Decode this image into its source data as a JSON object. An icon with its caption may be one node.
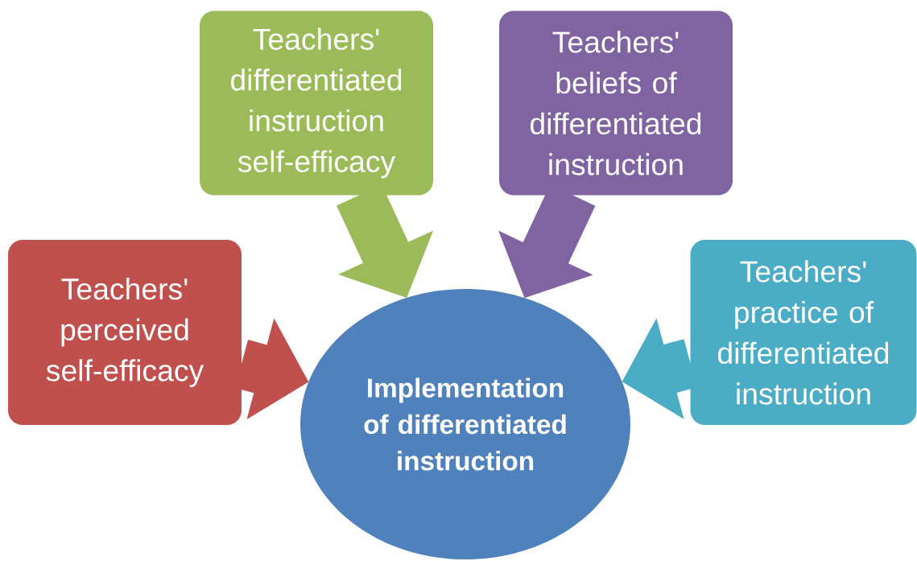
{
  "diagram": {
    "nodes": [
      {
        "text": [
          "Teachers' differentiated instruction self-efficacy"
        ]
      },
      {
        "text": [
          "Teachers' beliefs of differentiated instruction"
        ]
      },
      {
        "text": [
          "Teachers' perceived self-efficacy"
        ]
      },
      {
        "text": [
          "Teachers' practice of differentiated instruction"
        ]
      },
      {
        "text": [
          "Implementation of differentiated instruction"
        ]
      }
    ],
    "edges": [
      {
        "from": 0,
        "to": 4,
        "arrow": "to",
        "style": "thick",
        "color": "#9bbb59"
      },
      {
        "from": 1,
        "to": 4,
        "arrow": "to",
        "style": "thick",
        "color": "#8064a2"
      },
      {
        "from": 2,
        "to": 4,
        "arrow": "to",
        "style": "thick",
        "color": "#c0504d"
      },
      {
        "from": 3,
        "to": 4,
        "arrow": "to",
        "style": "thick",
        "color": "#4bacc6"
      }
    ]
  }
}
